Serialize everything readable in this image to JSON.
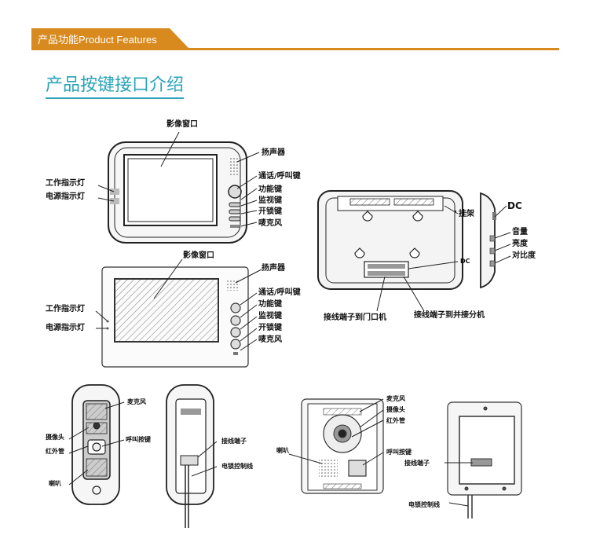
{
  "header": {
    "tab_label": "产品功能Product Features"
  },
  "title": "产品按键接口介绍",
  "labels": {
    "m1_window": "影像窗口",
    "m1_speaker": "扬声器",
    "m1_call": "通话/呼叫键",
    "m1_func": "功能键",
    "m1_monitor": "监视键",
    "m1_unlock": "开锁键",
    "m1_mic": "唛克风",
    "m1_work": "工作指示灯",
    "m1_power": "电源指示灯",
    "m2_window": "影像窗口",
    "m2_speaker": "扬声器",
    "m2_call": "通话/呼叫键",
    "m2_func": "功能键",
    "m2_monitor": "监视键",
    "m2_unlock": "开锁键",
    "m2_mic": "唛克风",
    "m2_work": "工作指示灯",
    "m2_power": "电源指示灯",
    "back_hook": "挂架",
    "back_dc": "DC",
    "back_door": "接线端子到门口机",
    "back_ext": "接线端子到并接分机",
    "side_dc": "DC",
    "side_volume": "音量",
    "side_bright": "亮度",
    "side_contrast": "对比度",
    "d1_mic": "麦克风",
    "d1_camera": "摄像头",
    "d1_ir": "红外管",
    "d1_call": "呼叫按键",
    "d1_speaker": "喇叭",
    "d1_terminal": "接线端子",
    "d1_lock": "电锁控制线",
    "d2_mic": "麦克风",
    "d2_camera": "摄像头",
    "d2_ir": "红外管",
    "d2_speaker": "喇叭",
    "d2_call": "呼叫按键",
    "d2_terminal": "接线端子",
    "d2_lock": "电锁控制线"
  }
}
